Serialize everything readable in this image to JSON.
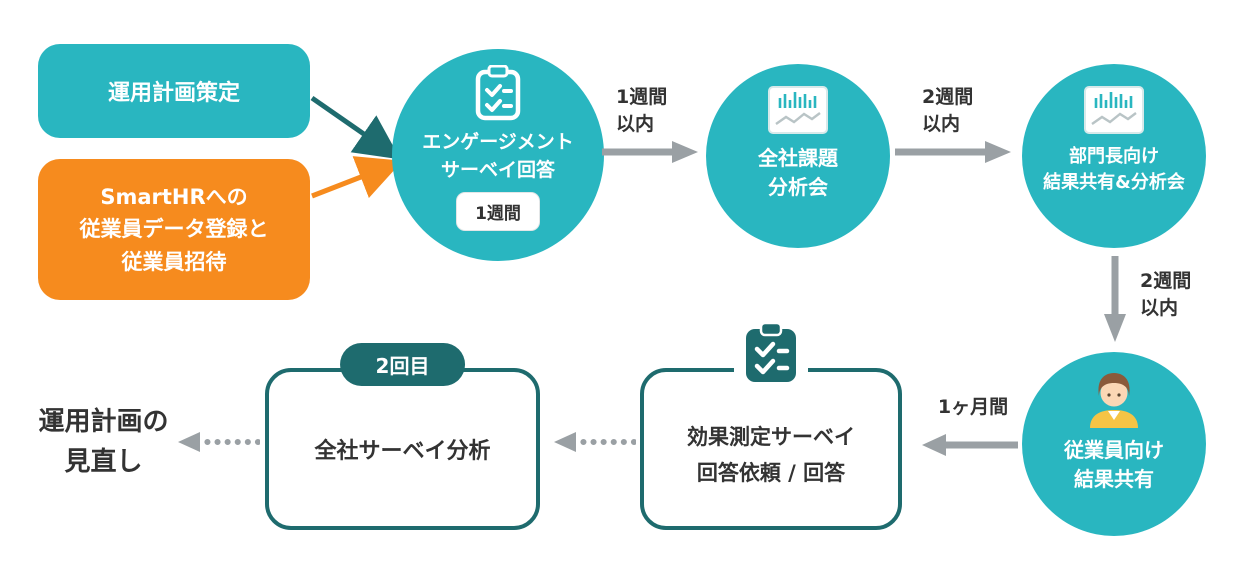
{
  "colors": {
    "teal": "#29b6c0",
    "dark_teal": "#1e6b6e",
    "orange": "#f68b1e",
    "arrow_gray": "#9aa0a4",
    "text_dark": "#333333"
  },
  "left_boxes": {
    "plan": {
      "label": "運用計画策定"
    },
    "smarthr": {
      "line1": "SmartHRへの",
      "line2": "従業員データ登録と",
      "line3": "従業員招待"
    }
  },
  "circles": {
    "survey": {
      "icon": "clipboard-icon",
      "line1": "エンゲージメント",
      "line2": "サーベイ回答",
      "badge": "1週間"
    },
    "company_analysis": {
      "icon": "chart-icon",
      "line1": "全社課題",
      "line2": "分析会"
    },
    "dept_share": {
      "icon": "chart-icon",
      "line1": "部門長向け",
      "line2": "結果共有&分析会"
    },
    "employee_share": {
      "icon": "person-icon",
      "line1": "従業員向け",
      "line2": "結果共有"
    }
  },
  "arrow_labels": {
    "to_analysis": {
      "line1": "1週間",
      "line2": "以内"
    },
    "to_dept": {
      "line1": "2週間",
      "line2": "以内"
    },
    "to_employee": {
      "line1": "2週間",
      "line2": "以内"
    },
    "to_effect": {
      "label": "1ヶ月間"
    }
  },
  "outline_boxes": {
    "effect_survey": {
      "icon": "clipboard-icon",
      "line1": "効果測定サーベイ",
      "line2": "回答依頼 / 回答"
    },
    "second_analysis": {
      "badge": "2回目",
      "label": "全社サーベイ分析"
    }
  },
  "end_note": {
    "line1": "運用計画の",
    "line2": "見直し"
  }
}
